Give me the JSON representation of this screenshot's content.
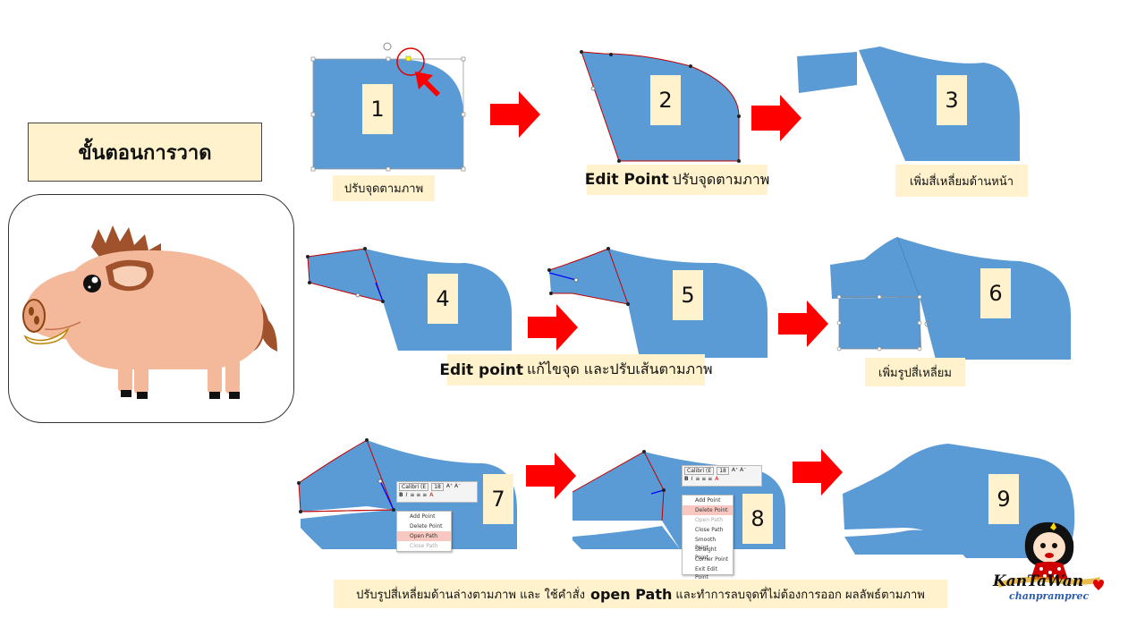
{
  "title": "ขั้นตอนการวาด",
  "steps": [
    {
      "number": "1",
      "caption": "ปรับจุดตามภาพ"
    },
    {
      "number": "2",
      "caption_bold": "Edit Point",
      "caption": "ปรับจุดตามภาพ"
    },
    {
      "number": "3",
      "caption": "เพิ่มสี่เหลี่ยมด้านหน้า"
    },
    {
      "number": "4"
    },
    {
      "number": "5"
    },
    {
      "number": "6",
      "caption": "เพิ่มรูปสี่เหลี่ยม"
    },
    {
      "number": "7"
    },
    {
      "number": "8"
    },
    {
      "number": "9"
    }
  ],
  "step45_caption_bold": "Edit point",
  "step45_caption": "แก้ไขจุด และปรับเส้นตามภาพ",
  "step789_caption_pre": "ปรับรูปสี่เหลี่ยมด้านล่างตามภาพ และ ใช้คำสั่ง",
  "step789_caption_bold": "open Path",
  "step789_caption_post": "และทำการลบจุดที่ไม่ต้องการออก  ผลลัพธ์ตามภาพ",
  "mini_toolbar": {
    "font": "Calibri (E",
    "size": "18"
  },
  "context_menu_7": [
    "Add Point",
    "Delete Point",
    "Open Path",
    "Close Path"
  ],
  "context_menu_8": [
    "Add Point",
    "Delete Point",
    "Open Path",
    "Close Path",
    "Smooth Point",
    "Straight Point",
    "Corner Point",
    "Exit Edit Point"
  ],
  "brand": {
    "name": "KanTaWan",
    "sub": "chanpramprec"
  },
  "colors": {
    "shape": "#5b9bd5",
    "arrow": "#ff0000",
    "caption_bg": "#fff2cc",
    "edit_line": "#c00000",
    "edit_handle": "#0000ff"
  }
}
